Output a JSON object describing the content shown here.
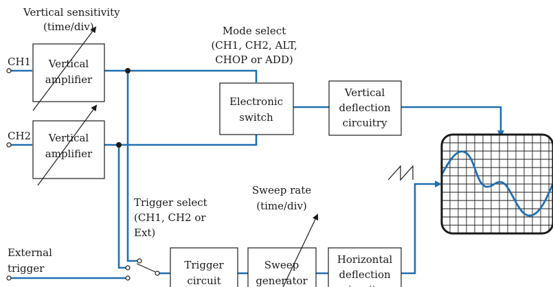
{
  "labels": {
    "vertical_sensitivity_l1": "Vertical sensitivity",
    "vertical_sensitivity_l2": "(time/div)",
    "mode_select_l1": "Mode select",
    "mode_select_l2": "(CH1, CH2, ALT,",
    "mode_select_l3": "CHOP or ADD)",
    "ch1": "CH1",
    "ch2": "CH2",
    "external_trigger_l1": "External",
    "external_trigger_l2": "trigger",
    "trigger_select_l1": "Trigger select",
    "trigger_select_l2": "(CH1, CH2 or",
    "trigger_select_l3": "Ext)",
    "sweep_rate_l1": "Sweep rate",
    "sweep_rate_l2": "(time/div)"
  },
  "blocks": {
    "vamp1": [
      "Vertical",
      "amplifier"
    ],
    "vamp2": [
      "Vertical",
      "amplifier"
    ],
    "electronic_switch": [
      "Electronic",
      "switch"
    ],
    "vertical_deflection": [
      "Vertical",
      "deflection",
      "circuitry"
    ],
    "trigger_circuit": [
      "Trigger",
      "circuit"
    ],
    "sweep_generator": [
      "Sweep",
      "generator"
    ],
    "horizontal_deflection": [
      "Horizontal",
      "deflection",
      "circuitry"
    ]
  },
  "colors": {
    "wire": "#1f6fb2",
    "ink": "#1a1a1a"
  }
}
